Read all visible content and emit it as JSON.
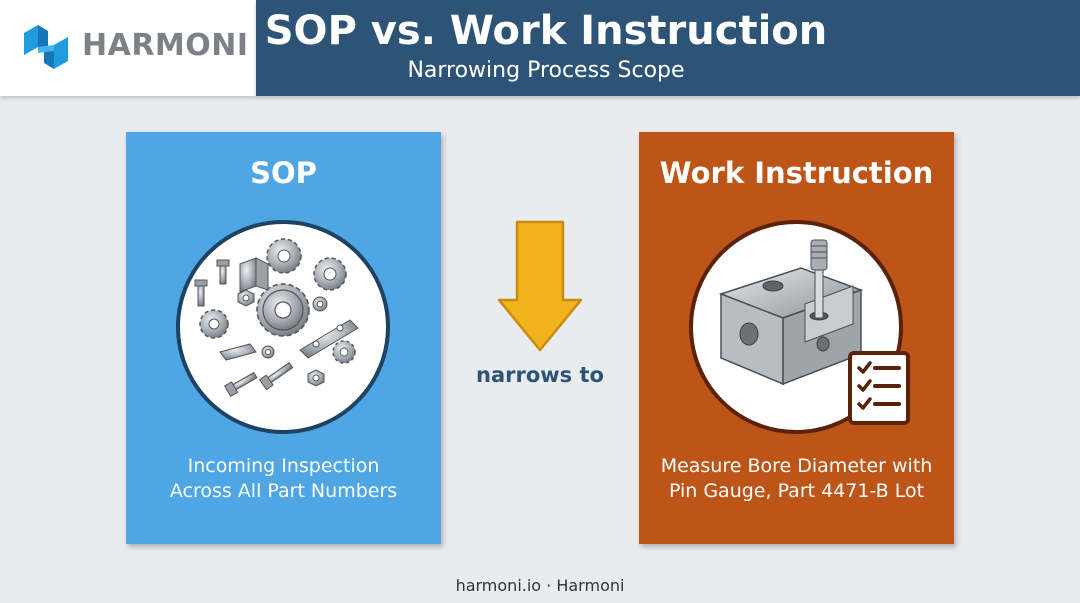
{
  "brand": {
    "logo_text": "HARMONI"
  },
  "header": {
    "title": "SOP vs. Work Instruction",
    "subtitle": "Narrowing Process Scope"
  },
  "cards": [
    {
      "title": "SOP",
      "description_lines": [
        "Incoming Inspection",
        "Across All Part Numbers"
      ],
      "icon": "assorted-parts-icon",
      "color": "#4fa6e4"
    },
    {
      "title": "Work Instruction",
      "description_lines": [
        "Measure Bore Diameter with",
        "Pin Gauge, Part 4471-B Lot"
      ],
      "icon": "pin-gauge-part-icon",
      "badge_icon": "checklist-icon",
      "color": "#bd5418"
    }
  ],
  "connector": {
    "label": "narrows to",
    "icon": "down-arrow-icon",
    "color": "#f2b21b"
  },
  "footer": {
    "text": "harmoni.io · Harmoni"
  },
  "colors": {
    "header_bg": "#2d5476",
    "page_bg": "#e9ebee",
    "text_accent": "#2d5476"
  }
}
